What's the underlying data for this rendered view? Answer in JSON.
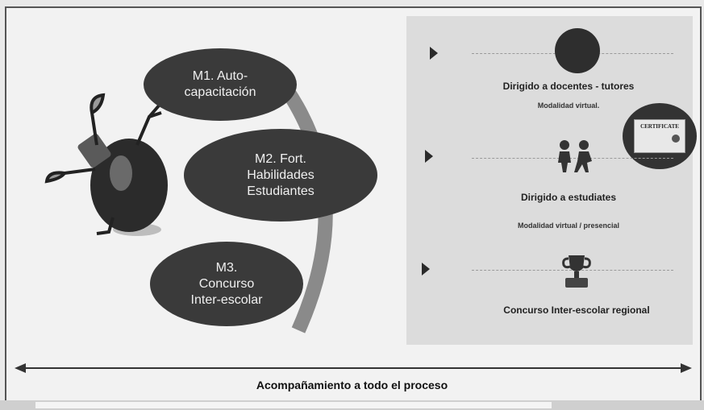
{
  "modules": [
    {
      "lines": [
        "M1. Auto-",
        "capacitación"
      ]
    },
    {
      "lines": [
        "M2. Fort.",
        "Habilidades",
        "Estudiantes"
      ]
    },
    {
      "lines": [
        "M3.",
        "Concurso",
        "Inter-escolar"
      ]
    }
  ],
  "details": [
    {
      "title": "Dirigido a docentes - tutores",
      "subtitle": "Modalidad virtual.",
      "icon": "dark-circle-icon"
    },
    {
      "title": "Dirigido a estudiates",
      "subtitle": "Modalidad virtual / presencial",
      "icon": "people-icon"
    },
    {
      "title": "Concurso Inter-escolar regional",
      "subtitle": "",
      "icon": "trophy-icon"
    }
  ],
  "certificate": {
    "label": "CERTIFICATE",
    "icon": "certificate-icon"
  },
  "footer": {
    "label": "Acompañamiento a todo el proceso"
  },
  "colors": {
    "oval": "#3a3a3a",
    "arc": "#8a8a8a",
    "panel": "#dcdcdc"
  }
}
